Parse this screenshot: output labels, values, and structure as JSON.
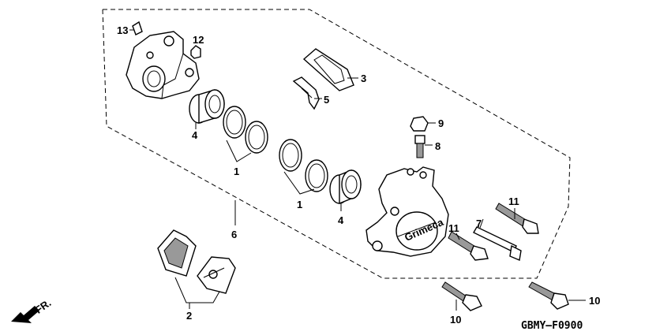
{
  "diagram": {
    "code": "GBMY—F0900",
    "front_label": "FR.",
    "labels": {
      "p1a": "1",
      "p1b": "1",
      "p2": "2",
      "p3": "3",
      "p4a": "4",
      "p4b": "4",
      "p5": "5",
      "p6": "6",
      "p7": "7",
      "p8": "8",
      "p9": "9",
      "p10a": "10",
      "p10b": "10",
      "p11a": "11",
      "p11b": "11",
      "p12": "12",
      "p13": "13"
    },
    "caliper_brand": "Grimeca"
  }
}
